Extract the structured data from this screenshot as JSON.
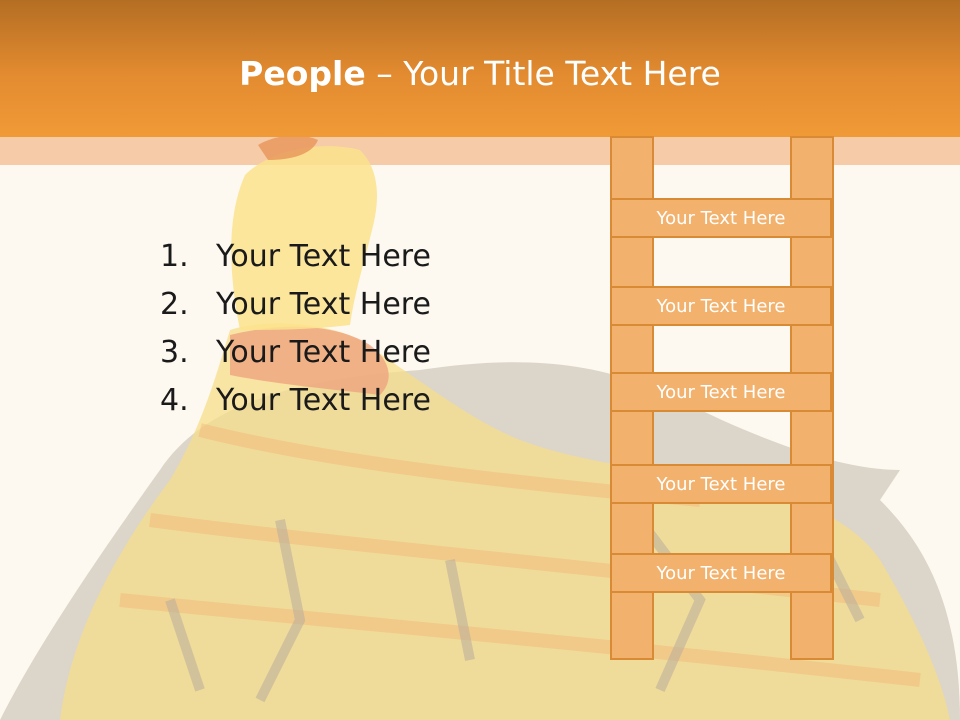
{
  "slide": {
    "title_bold": "People",
    "title_rest": " – Your Title Text Here"
  },
  "list": [
    {
      "number": "1.",
      "text": "Your Text Here"
    },
    {
      "number": "2.",
      "text": "Your Text Here"
    },
    {
      "number": "3.",
      "text": "Your Text Here"
    },
    {
      "number": "4.",
      "text": "Your Text Here"
    }
  ],
  "ladder": {
    "rungs": [
      "Your Text Here",
      "Your Text Here",
      "Your Text Here",
      "Your Text Here",
      "Your Text Here"
    ]
  },
  "colors": {
    "header_orange": "#f09a37",
    "header_band": "#f6cba8",
    "ladder_fill": "#f2b26d",
    "ladder_border": "#d88a35",
    "background": "#fdf9f0"
  },
  "icons": {
    "background_art": "woman-in-ball-gown-illustration"
  }
}
